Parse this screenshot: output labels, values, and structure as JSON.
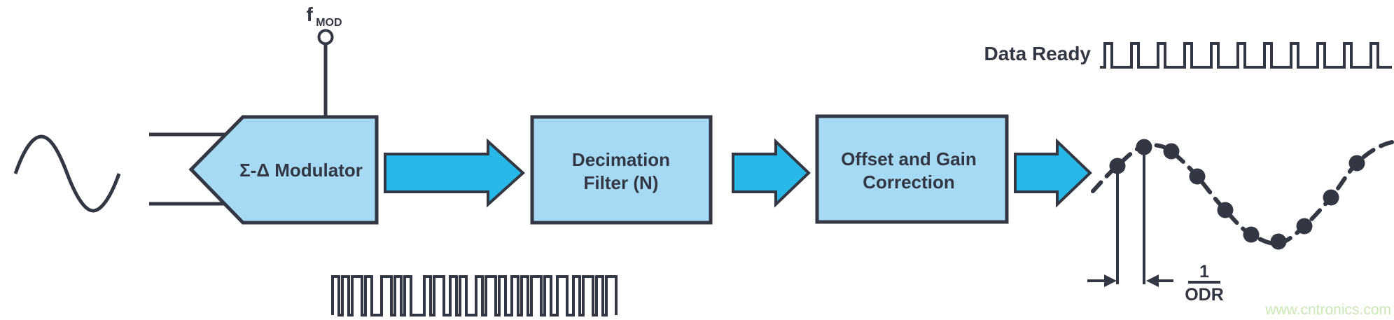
{
  "colors": {
    "ink": "#333743",
    "block_fill": "#A6DAF4",
    "arrow_fill": "#27B8E8",
    "watermark": "#CBE7B5",
    "background": "#FFFFFF"
  },
  "clock": {
    "base": "f",
    "subscript": "MOD"
  },
  "modulator": {
    "label": "Σ-Δ Modulator"
  },
  "decimation": {
    "line1": "Decimation",
    "line2": "Filter (N)"
  },
  "correction": {
    "line1": "Offset and Gain",
    "line2": "Correction"
  },
  "data_ready": {
    "label": "Data Ready"
  },
  "odr": {
    "numerator": "1",
    "denominator": "ODR"
  },
  "watermark": {
    "label": "www.cntronics.com"
  }
}
